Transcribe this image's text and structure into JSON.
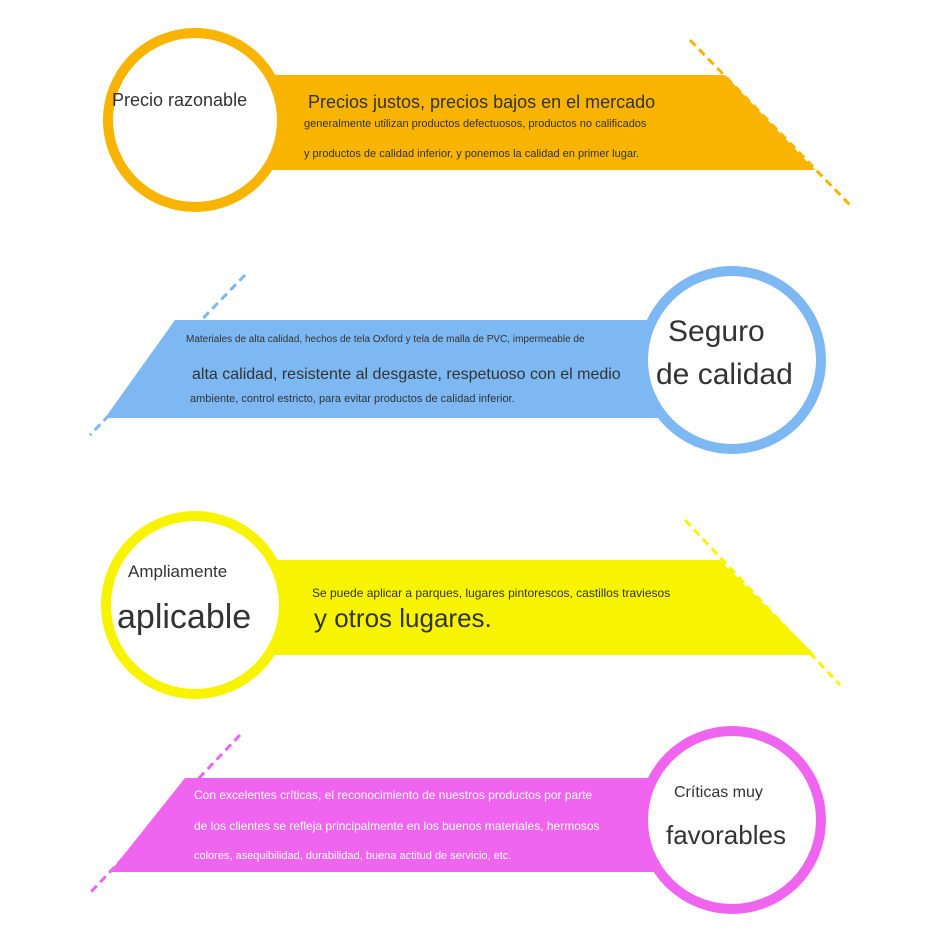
{
  "colors": {
    "orange": "#f8b400",
    "blue": "#7db8f2",
    "yellow": "#f8f400",
    "magenta": "#f065ef"
  },
  "sections": [
    {
      "circle_line1": "Precio razonable",
      "headline": "Precios justos, precios bajos en el mercado",
      "lines": [
        "generalmente utilizan productos defectuosos, productos no calificados",
        "y productos de calidad inferior, y ponemos la calidad en primer lugar."
      ]
    },
    {
      "circle_line1": "Seguro",
      "circle_line2": "de calidad",
      "lines": [
        "Materiales de alta calidad, hechos de tela Oxford y tela de malla de PVC, impermeable de",
        "alta calidad, resistente al desgaste, respetuoso con el medio",
        "ambiente, control estricto, para evitar productos de calidad inferior."
      ]
    },
    {
      "circle_line1": "Ampliamente",
      "circle_line2": "aplicable",
      "lines": [
        "Se puede aplicar a parques, lugares pintorescos, castillos traviesos",
        "y otros lugares."
      ]
    },
    {
      "circle_line1": "Críticas muy",
      "circle_line2": "favorables",
      "lines": [
        "Con excelentes críticas, el reconocimiento de nuestros productos por parte",
        "de los clientes se refleja principalmente en los buenos materiales, hermosos",
        "colores, asequibilidad, durabilidad, buena actitud de servicio, etc."
      ]
    }
  ]
}
